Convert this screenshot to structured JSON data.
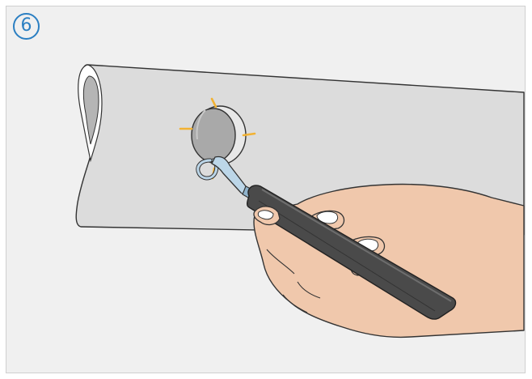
{
  "step": {
    "number": "6"
  },
  "colors": {
    "background": "#f0f0f0",
    "frame_border": "#cfcfcf",
    "badge_blue": "#2b7fc2",
    "panel": "#dcdcdc",
    "panel_shadow": "#b5b5b5",
    "outline": "#333333",
    "knob": "#a9a9a9",
    "skin": "#f0c8ac",
    "tool_handle": "#4a4a4a",
    "hook": "#bcd6e8",
    "spark": "#f2b233"
  },
  "icons": {
    "panel": "flat-panel-illustration",
    "knob": "round-cap-illustration",
    "hook_tool": "hook-tool-illustration",
    "hand": "hand-illustration",
    "sparkles": "highlight-sparkles"
  }
}
